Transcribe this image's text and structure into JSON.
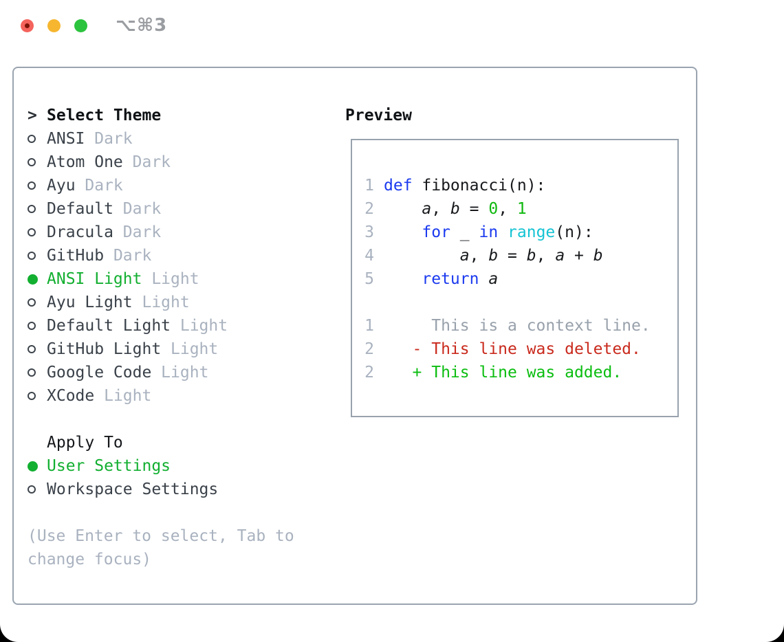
{
  "window": {
    "title": "⌥⌘3",
    "traffic_lights": [
      "close",
      "minimize",
      "zoom"
    ]
  },
  "theme_panel": {
    "header": {
      "prompt": ">",
      "label": "Select Theme"
    },
    "themes": [
      {
        "name": "ANSI",
        "variant": "Dark",
        "selected": false
      },
      {
        "name": "Atom One",
        "variant": "Dark",
        "selected": false
      },
      {
        "name": "Ayu",
        "variant": "Dark",
        "selected": false
      },
      {
        "name": "Default",
        "variant": "Dark",
        "selected": false
      },
      {
        "name": "Dracula",
        "variant": "Dark",
        "selected": false
      },
      {
        "name": "GitHub",
        "variant": "Dark",
        "selected": false
      },
      {
        "name": "ANSI Light",
        "variant": "Light",
        "selected": true
      },
      {
        "name": "Ayu Light",
        "variant": "Light",
        "selected": false
      },
      {
        "name": "Default Light",
        "variant": "Light",
        "selected": false
      },
      {
        "name": "GitHub Light",
        "variant": "Light",
        "selected": false
      },
      {
        "name": "Google Code",
        "variant": "Light",
        "selected": false
      },
      {
        "name": "XCode",
        "variant": "Light",
        "selected": false
      }
    ],
    "apply_to": {
      "label": "Apply To",
      "options": [
        {
          "name": "User Settings",
          "selected": true
        },
        {
          "name": "Workspace Settings",
          "selected": false
        }
      ]
    },
    "help_lines": [
      "(Use Enter to select, Tab to",
      "change focus)"
    ]
  },
  "preview": {
    "label": "Preview",
    "code_lines": [
      {
        "num": "1",
        "tokens": [
          [
            "kw",
            "def"
          ],
          [
            "pl",
            " fibonacci(n):"
          ]
        ]
      },
      {
        "num": "2",
        "tokens": [
          [
            "pl",
            "    "
          ],
          [
            "v",
            "a"
          ],
          [
            "pl",
            ", "
          ],
          [
            "v",
            "b"
          ],
          [
            "pl",
            " = "
          ],
          [
            "num",
            "0"
          ],
          [
            "pl",
            ", "
          ],
          [
            "num",
            "1"
          ]
        ]
      },
      {
        "num": "3",
        "tokens": [
          [
            "pl",
            "    "
          ],
          [
            "kw",
            "for"
          ],
          [
            "pl",
            " _ "
          ],
          [
            "kw",
            "in"
          ],
          [
            "pl",
            " "
          ],
          [
            "fn",
            "range"
          ],
          [
            "pl",
            "(n):"
          ]
        ]
      },
      {
        "num": "4",
        "tokens": [
          [
            "pl",
            "        "
          ],
          [
            "v",
            "a"
          ],
          [
            "pl",
            ", "
          ],
          [
            "v",
            "b"
          ],
          [
            "pl",
            " = "
          ],
          [
            "v",
            "b"
          ],
          [
            "pl",
            ", "
          ],
          [
            "v",
            "a"
          ],
          [
            "pl",
            " + "
          ],
          [
            "v",
            "b"
          ]
        ]
      },
      {
        "num": "5",
        "tokens": [
          [
            "pl",
            "    "
          ],
          [
            "kw",
            "return"
          ],
          [
            "pl",
            " "
          ],
          [
            "v",
            "a"
          ]
        ]
      }
    ],
    "diff_lines": [
      {
        "num": "1",
        "cls": "ctx",
        "text": "     This is a context line."
      },
      {
        "num": "2",
        "cls": "del",
        "text": "   - This line was deleted."
      },
      {
        "num": "2",
        "cls": "add",
        "text": "   + This line was added."
      }
    ]
  },
  "colors": {
    "selected_green": "#12af30",
    "diff_added_green": "#0bbd10",
    "diff_deleted_red": "#c92a1d",
    "keyword_blue": "#1b3aef",
    "builtin_cyan": "#14c3d3",
    "number_green": "#0db80d",
    "muted_gray": "#a9b2bf",
    "panel_border": "#9aa4b0",
    "traffic_red": "#f4635c",
    "traffic_yellow": "#f6b62f",
    "traffic_green": "#2cc33e"
  }
}
